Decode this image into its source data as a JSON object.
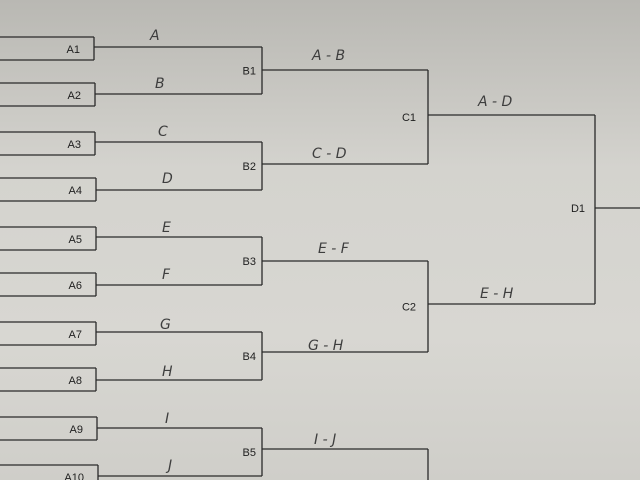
{
  "bracket": {
    "round_a": [
      "A1",
      "A2",
      "A3",
      "A4",
      "A5",
      "A6",
      "A7",
      "A8",
      "A9",
      "A10"
    ],
    "round_b": [
      "B1",
      "B2",
      "B3",
      "B4",
      "B5"
    ],
    "round_c": [
      "C1",
      "C2"
    ],
    "round_d": [
      "D1"
    ],
    "teams": [
      "A",
      "B",
      "C",
      "D",
      "E",
      "F",
      "G",
      "H",
      "I",
      "J"
    ],
    "pairs": [
      "A - B",
      "C - D",
      "E - F",
      "G - H",
      "I - J"
    ],
    "finalists": [
      "A - D",
      "E - H"
    ]
  }
}
